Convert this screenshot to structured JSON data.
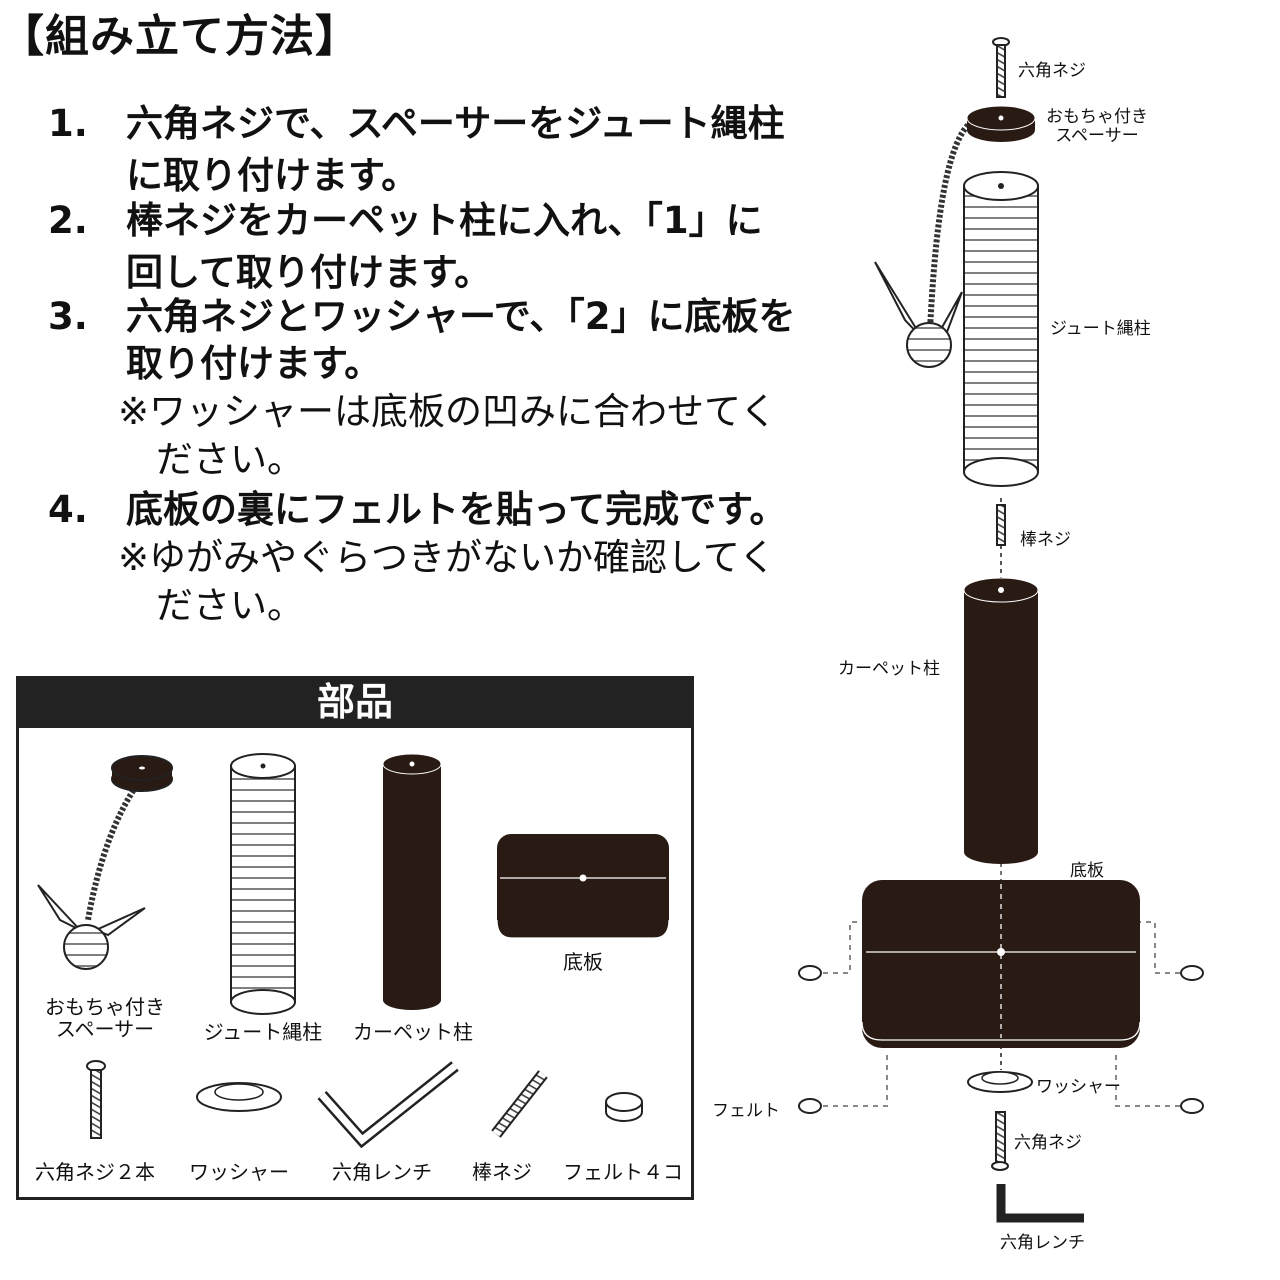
{
  "title": "【組み立て方法】",
  "steps": [
    {
      "num": "1.",
      "lines": [
        "六角ネジで、スペーサーをジュート縄柱",
        "に取り付けます。"
      ]
    },
    {
      "num": "2.",
      "lines": [
        "棒ネジをカーペット柱に入れ、「1」に",
        "回して取り付けます。"
      ]
    },
    {
      "num": "3.",
      "lines": [
        "六角ネジとワッシャーで、「2」に底板を",
        "取り付けます。"
      ],
      "note": [
        "※ワッシャーは底板の凹みに合わせてく",
        "ださい。"
      ]
    },
    {
      "num": "4.",
      "lines": [
        "底板の裏にフェルトを貼って完成です。"
      ],
      "note": [
        "※ゆがみやぐらつきがないか確認してく",
        "ださい。"
      ]
    }
  ],
  "parts": {
    "header": "部品",
    "items": {
      "spacer": [
        "おもちゃ付き",
        "スペーサー"
      ],
      "jute": "ジュート縄柱",
      "carpet": "カーペット柱",
      "base": "底板",
      "hex_screw": "六角ネジ２本",
      "washer": "ワッシャー",
      "wrench": "六角レンチ",
      "rod": "棒ネジ",
      "felt": "フェルト４コ"
    }
  },
  "assembly": {
    "hex_screw_top": "六角ネジ",
    "spacer": [
      "おもちゃ付き",
      "スペーサー"
    ],
    "jute": "ジュート縄柱",
    "rod": "棒ネジ",
    "carpet": "カーペット柱",
    "base": "底板",
    "felt": "フェルト",
    "washer": "ワッシャー",
    "hex_screw_bottom": "六角ネジ",
    "wrench": "六角レンチ"
  },
  "colors": {
    "dark": "#2a1a14",
    "line": "#222222"
  }
}
